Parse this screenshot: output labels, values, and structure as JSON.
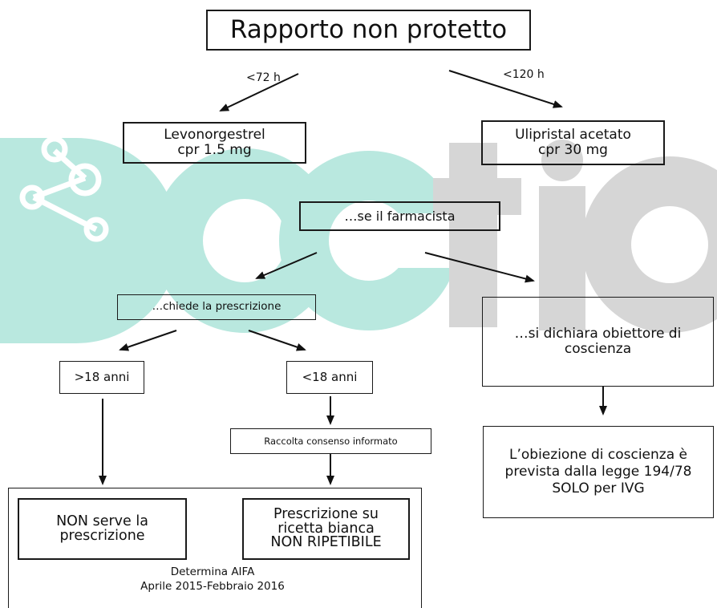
{
  "watermark": {
    "text": "Doction",
    "colors": {
      "teal": "#b9e8df",
      "gray": "#d6d6d6"
    }
  },
  "title": "Rapporto non protetto",
  "branch_left": "<72 h",
  "branch_right": "<120 h",
  "drug_left": {
    "line1": "Levonorgestrel",
    "line2": "cpr 1.5 mg"
  },
  "drug_right": {
    "line1": "Ulipristal acetato",
    "line2": "cpr 30 mg"
  },
  "pharmacist": "…se il farmacista",
  "asks_prescription": "…chiede la prescrizione",
  "objector": {
    "line1": "…si dichiara obiettore di",
    "line2": "coscienza"
  },
  "over18": ">18 anni",
  "under18": "<18 anni",
  "consent": "Raccolta consenso informato",
  "no_prescription": {
    "line1": "NON serve la",
    "line2": "prescrizione"
  },
  "white_prescription": {
    "line1": "Prescrizione su",
    "line2": "ricetta bianca",
    "line3": "NON RIPETIBILE"
  },
  "objection_note": {
    "line1": "L’obiezione di coscienza è",
    "line2": "prevista dalla legge 194/78",
    "line3": "SOLO per IVG"
  },
  "aifa": {
    "line1": "Determina AIFA",
    "line2": "Aprile 2015-Febbraio 2016"
  }
}
